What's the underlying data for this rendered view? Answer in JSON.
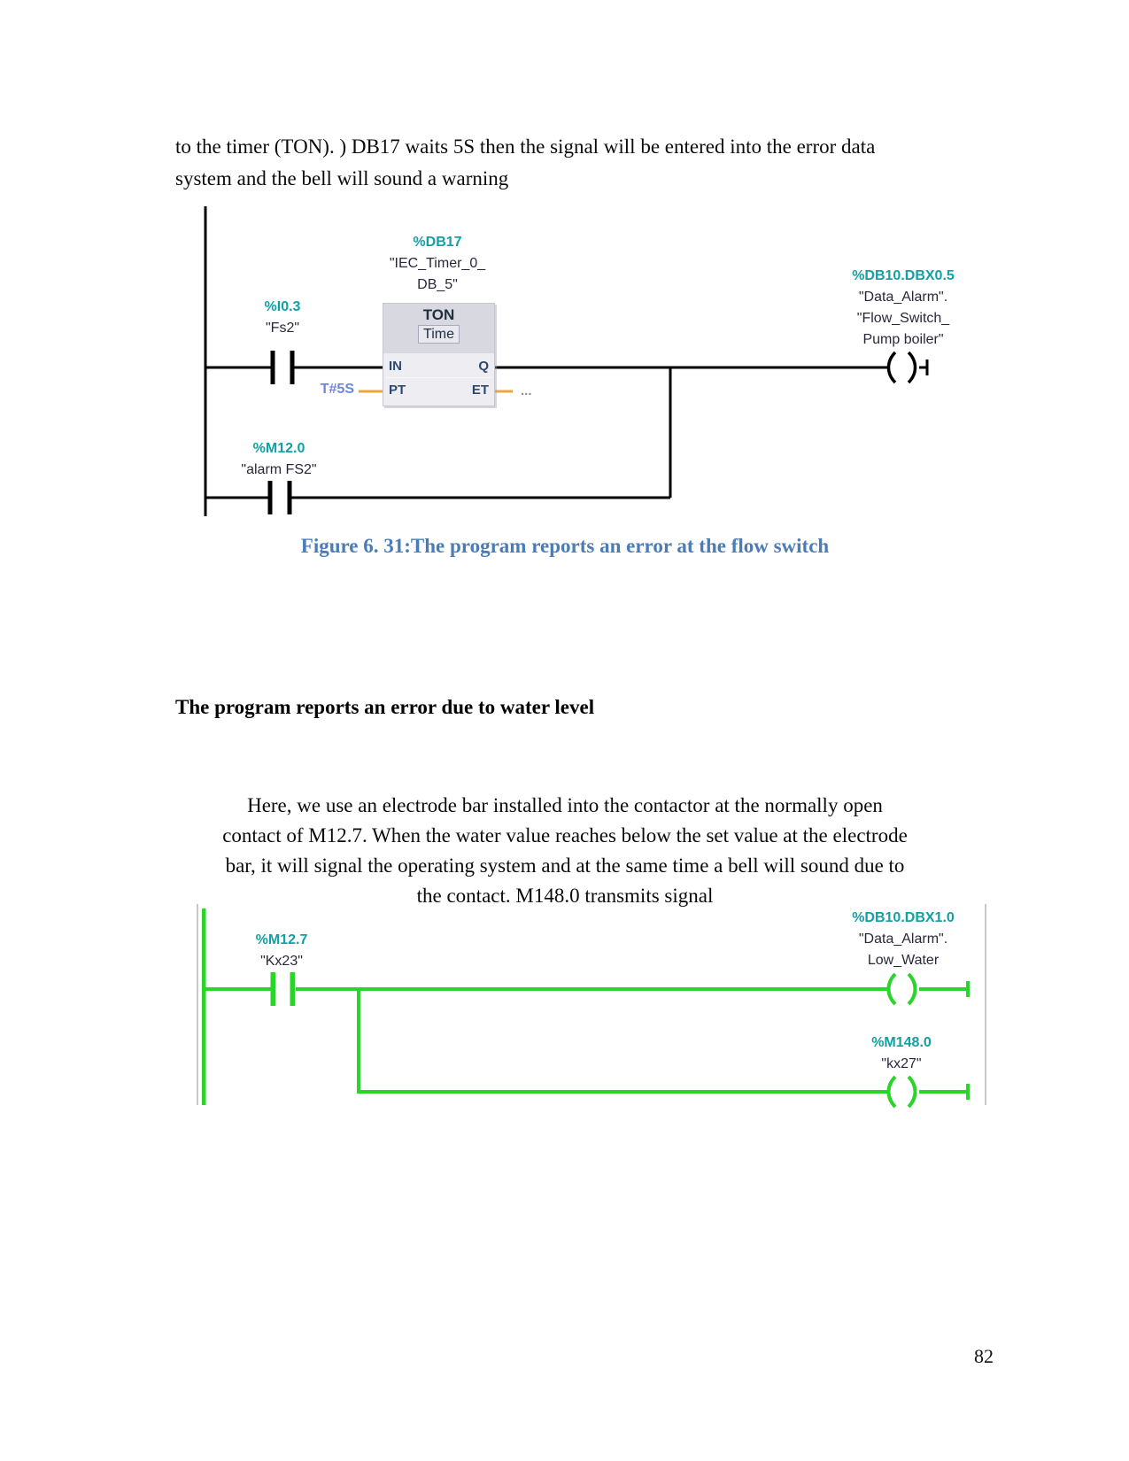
{
  "doc": {
    "paragraph1_lines": [
      "to the timer (TON). ) DB17 waits 5S then the signal will be entered into the error data",
      "system and the bell will sound a warning"
    ],
    "caption1": "Figure 6. 31:The program reports an error at the flow switch",
    "heading": "The program reports an error due to water level",
    "paragraph2_lines": [
      "Here, we use an electrode bar installed into the contactor at the normally open",
      "contact of M12.7. When the water value reaches below the set value at the electrode",
      "bar, it will signal the operating system and at the same time a bell will sound due to",
      "the contact. M148.0 transmits signal"
    ],
    "page_number": "82"
  },
  "figure1": {
    "rung1_contact": {
      "address": "%I0.3",
      "name": "\"Fs2\""
    },
    "timer_block": {
      "db_address": "%DB17",
      "db_name_line1": "\"IEC_Timer_0_",
      "db_name_line2": "DB_5\"",
      "instruction": "TON",
      "data_type": "Time",
      "pin_in": "IN",
      "pin_q": "Q",
      "pin_pt": "PT",
      "pin_et": "ET",
      "pt_value": "T#5S",
      "et_value": "..."
    },
    "coil": {
      "address": "%DB10.DBX0.5",
      "name_line1": "\"Data_Alarm\".",
      "name_line2": "\"Flow_Switch_",
      "name_line3": "Pump boiler\""
    },
    "rung2_contact": {
      "address": "%M12.0",
      "name": "\"alarm FS2\""
    }
  },
  "figure2": {
    "contact": {
      "address": "%M12.7",
      "name": "\"Kx23\""
    },
    "coil1": {
      "address": "%DB10.DBX1.0",
      "name_line1": "\"Data_Alarm\".",
      "name_line2": "Low_Water"
    },
    "coil2": {
      "address": "%M148.0",
      "name": "\"kx27\""
    }
  },
  "colors": {
    "operand_teal": "#12a0a5",
    "wire_black": "#000000",
    "wire_green": "#2bd42b",
    "timer_value_blue": "#6f86d8",
    "unconnected_orange": "#eda63e",
    "caption_blue": "#4a7cb8",
    "block_header_gray": "#d8d8e1",
    "block_body_gray": "#ededf2"
  }
}
